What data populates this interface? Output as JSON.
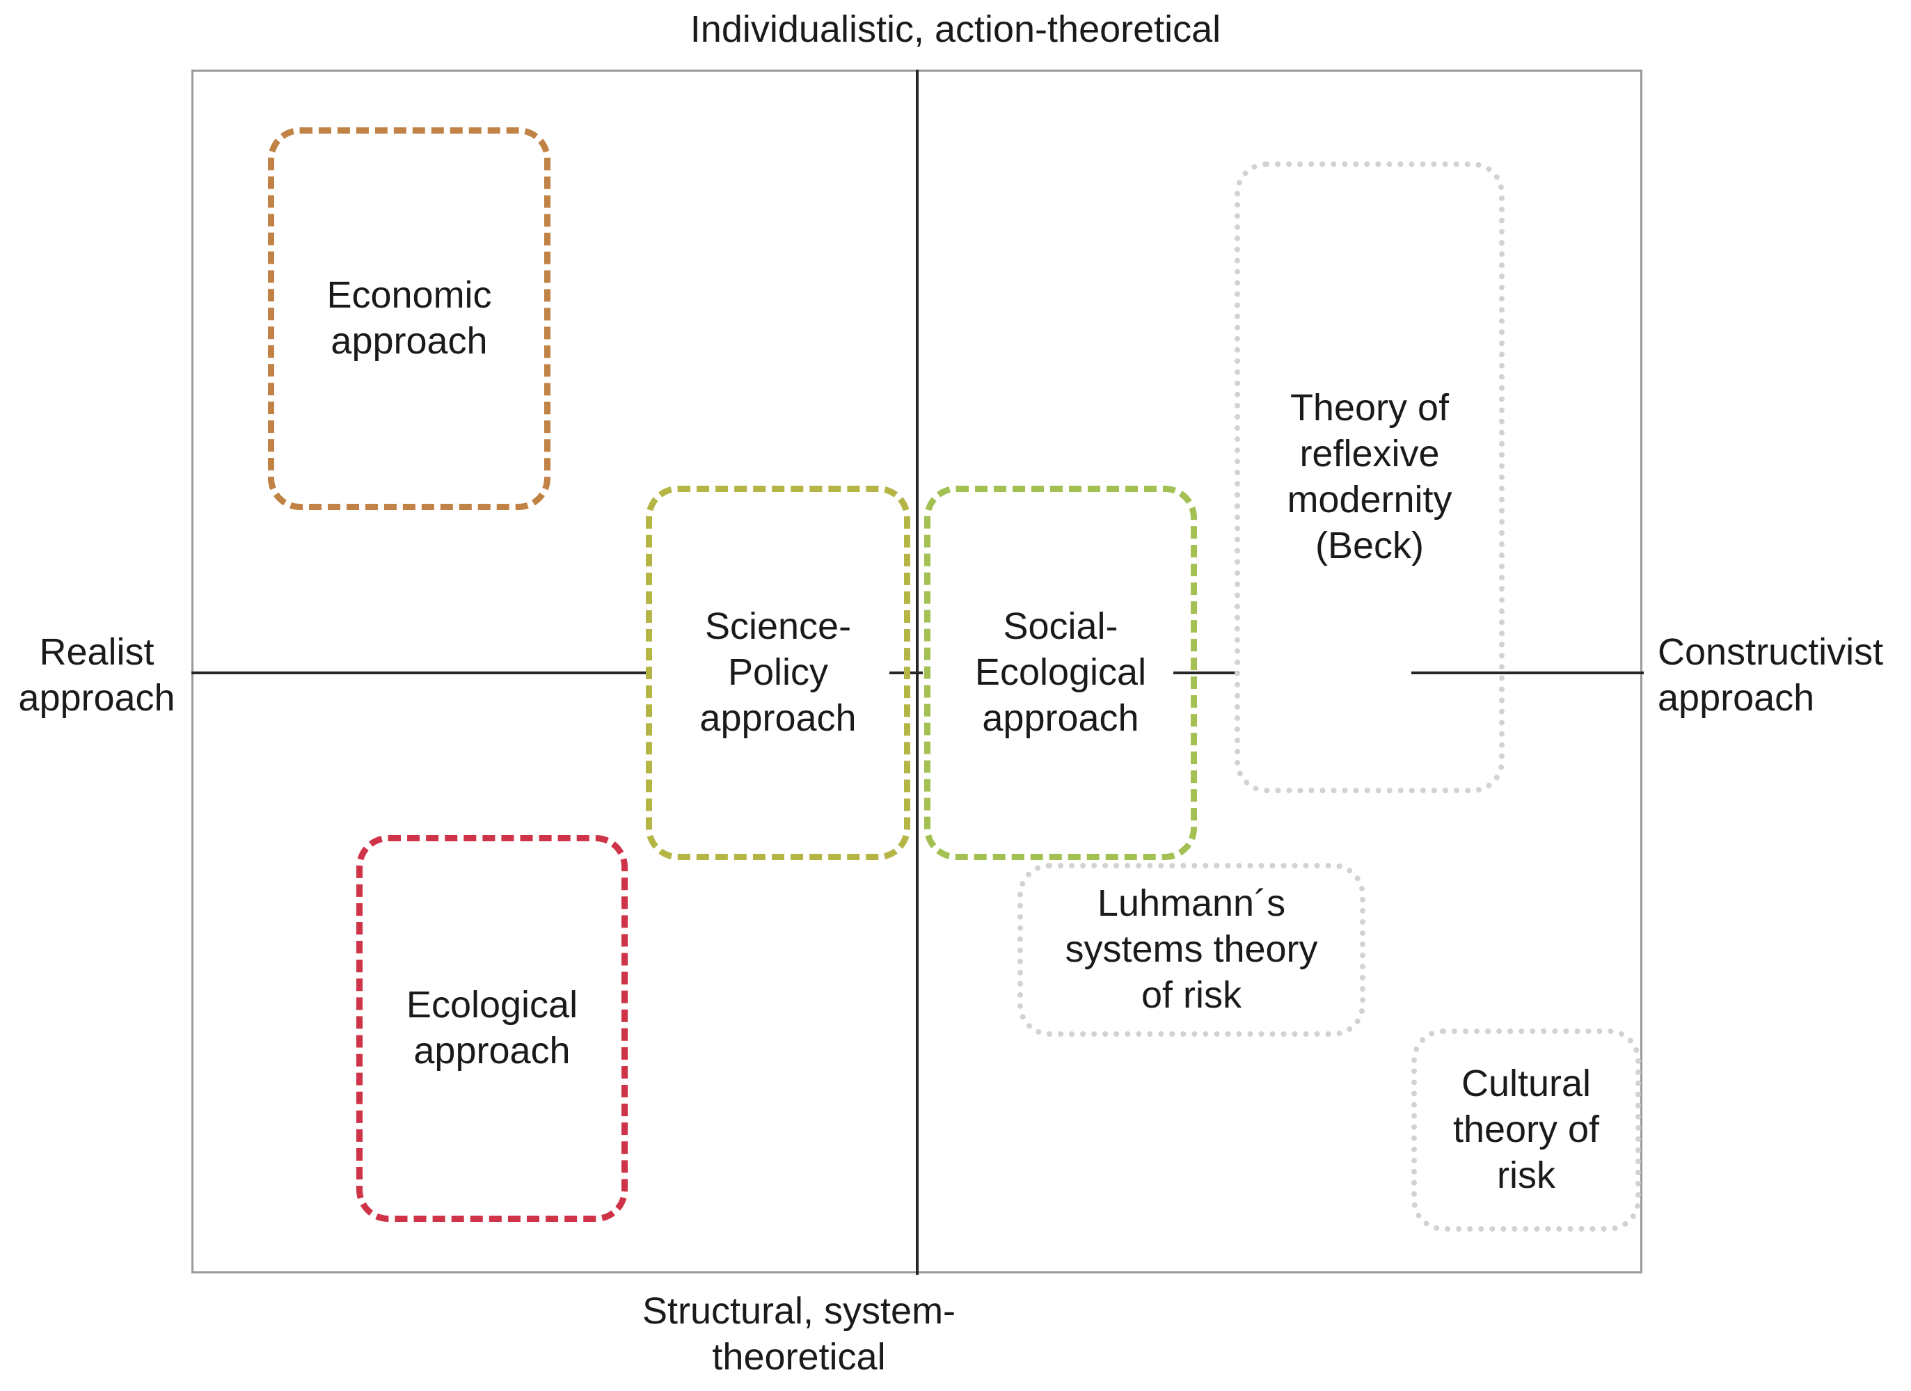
{
  "diagram": {
    "title": "Risk research approaches quadrant map",
    "axes": {
      "top_label": "Individualistic, action-theoretical",
      "bottom_label": "Structural, system-\ntheoretical",
      "left_label": "Realist\napproach",
      "right_label": "Constructivist\napproach"
    },
    "colors": {
      "frame": "#9a9a9a",
      "axis": "#262626",
      "economic": "#c18246",
      "ecological": "#ce3347",
      "science_policy": "#b5b545",
      "social_ecological": "#a3c052",
      "neutral_dotted": "#d2d2d2",
      "text": "#1a1a1a",
      "background": "#ffffff"
    },
    "boxes": [
      {
        "id": "economic",
        "label": "Economic\napproach",
        "border_style": "dashed",
        "border_color": "#c18246",
        "quadrant": "realist / individualistic, action-theoretical"
      },
      {
        "id": "ecological",
        "label": "Ecological\napproach",
        "border_style": "dashed",
        "border_color": "#ce3347",
        "quadrant": "realist / structural, system-theoretical"
      },
      {
        "id": "science_policy",
        "label": "Science-\nPolicy\napproach",
        "border_style": "dashed",
        "border_color": "#b5b545",
        "quadrant": "centre, realist side of vertical axis"
      },
      {
        "id": "social_ecological",
        "label": "Social-\nEcological\napproach",
        "border_style": "dashed",
        "border_color": "#a3c052",
        "quadrant": "centre, constructivist side of vertical axis"
      },
      {
        "id": "beck",
        "label": "Theory of\nreflexive\nmodernity\n(Beck)",
        "border_style": "dotted",
        "border_color": "#d2d2d2",
        "quadrant": "constructivist, spanning individualistic and structural"
      },
      {
        "id": "luhmann",
        "label": "Luhmann´s\nsystems theory\nof risk",
        "border_style": "dotted",
        "border_color": "#d2d2d2",
        "quadrant": "constructivist / structural, system-theoretical"
      },
      {
        "id": "cultural",
        "label": "Cultural\ntheory of\nrisk",
        "border_style": "dotted",
        "border_color": "#d2d2d2",
        "quadrant": "constructivist / structural, system-theoretical"
      }
    ]
  }
}
